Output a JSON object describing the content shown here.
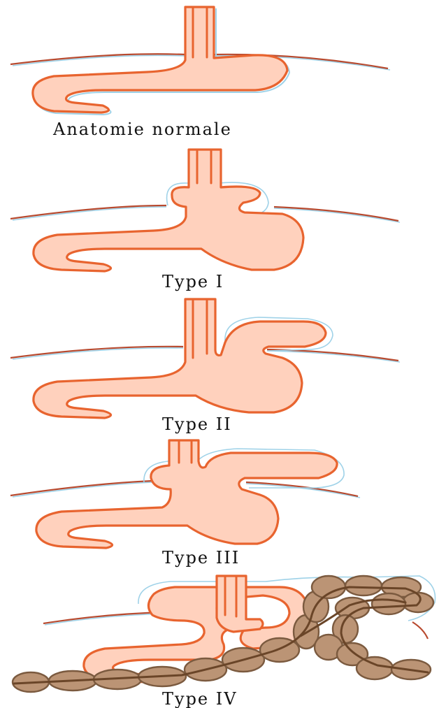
{
  "panels": [
    {
      "id": "normal",
      "caption": "Anatomie normale"
    },
    {
      "id": "type1",
      "caption": "Type I"
    },
    {
      "id": "type2",
      "caption": "Type II"
    },
    {
      "id": "type3",
      "caption": "Type III"
    },
    {
      "id": "type4",
      "caption": "Type IV"
    }
  ],
  "colors": {
    "organ_fill": "#ffd1bd",
    "organ_outline": "#e8642f",
    "diaphragm": "#b84a2f",
    "hernia_sac": "#9fd2e8",
    "bowel_fill": "#bb9475",
    "bowel_outline": "#7b5a3f"
  }
}
